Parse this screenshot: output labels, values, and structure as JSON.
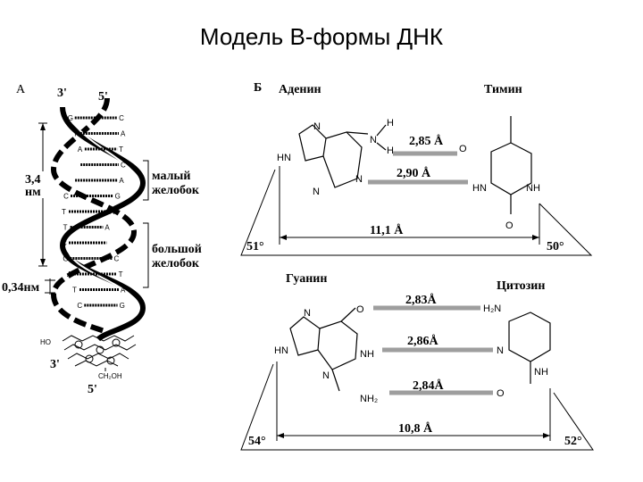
{
  "title": "Модель В-формы ДНК",
  "panel_a": {
    "label": "А",
    "end_top_left": "3'",
    "end_top_right": "5'",
    "end_bottom_left": "3'",
    "end_bottom_right": "5'",
    "pitch": "3,4",
    "pitch_unit": "нм",
    "rise": "0,34нм",
    "minor_groove_1": "малый",
    "minor_groove_2": "желобок",
    "major_groove_1": "большой",
    "major_groove_2": "желобок",
    "sugar_ho": "HO",
    "sugar_ch2oh": "CH₂OH",
    "pairs": [
      {
        "left": "G",
        "right": "C"
      },
      {
        "left": "T",
        "right": "A"
      },
      {
        "left": "A",
        "right": "T"
      },
      {
        "left": "",
        "right": "C"
      },
      {
        "left": "",
        "right": "A"
      },
      {
        "left": "C",
        "right": "G"
      },
      {
        "left": "T",
        "right": "A"
      },
      {
        "left": "T",
        "right": "A"
      },
      {
        "left": "C",
        "right": ""
      },
      {
        "left": "G",
        "right": "C"
      },
      {
        "left": "A",
        "right": "T"
      },
      {
        "left": "T",
        "right": "A"
      },
      {
        "left": "C",
        "right": "G"
      }
    ]
  },
  "panel_b": {
    "label": "Б",
    "adenine": "Аденин",
    "thymine": "Тимин",
    "guanine": "Гуанин",
    "cytosine": "Цитозин",
    "at_hbond_1": "2,85 Å",
    "at_hbond_2": "2,90 Å",
    "at_distance": "11,1 Å",
    "at_angle_left": "51°",
    "at_angle_right": "50°",
    "gc_hbond_1": "2,83Å",
    "gc_hbond_2": "2,86Å",
    "gc_hbond_3": "2,84Å",
    "gc_distance": "10,8 Å",
    "gc_angle_left": "54°",
    "gc_angle_right": "52°",
    "atoms": {
      "N": "N",
      "H": "H",
      "HN": "HN",
      "NH": "NH",
      "O": "O",
      "H2N": "H₂N",
      "NH2": "NH₂"
    }
  }
}
